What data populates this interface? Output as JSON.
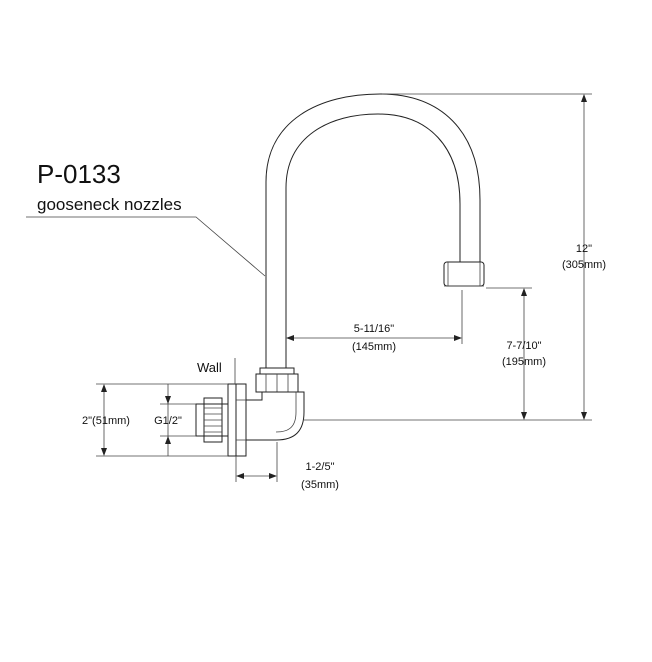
{
  "product": {
    "model": "P-0133",
    "name": "gooseneck nozzles"
  },
  "labels": {
    "wall": "Wall"
  },
  "dimensions": {
    "height_total": {
      "imperial": "12\"",
      "metric": "(305mm)"
    },
    "height_outlet": {
      "imperial": "7-7/10\"",
      "metric": "(195mm)"
    },
    "reach": {
      "imperial": "5-11/16\"",
      "metric": "(145mm)"
    },
    "wall_offset": {
      "imperial": "1-2/5\"",
      "metric": "(35mm)"
    },
    "flange_height": {
      "text": "2\"(51mm)"
    },
    "thread": {
      "text": "G1/2\""
    }
  },
  "colors": {
    "line": "#222222",
    "background": "#ffffff"
  }
}
